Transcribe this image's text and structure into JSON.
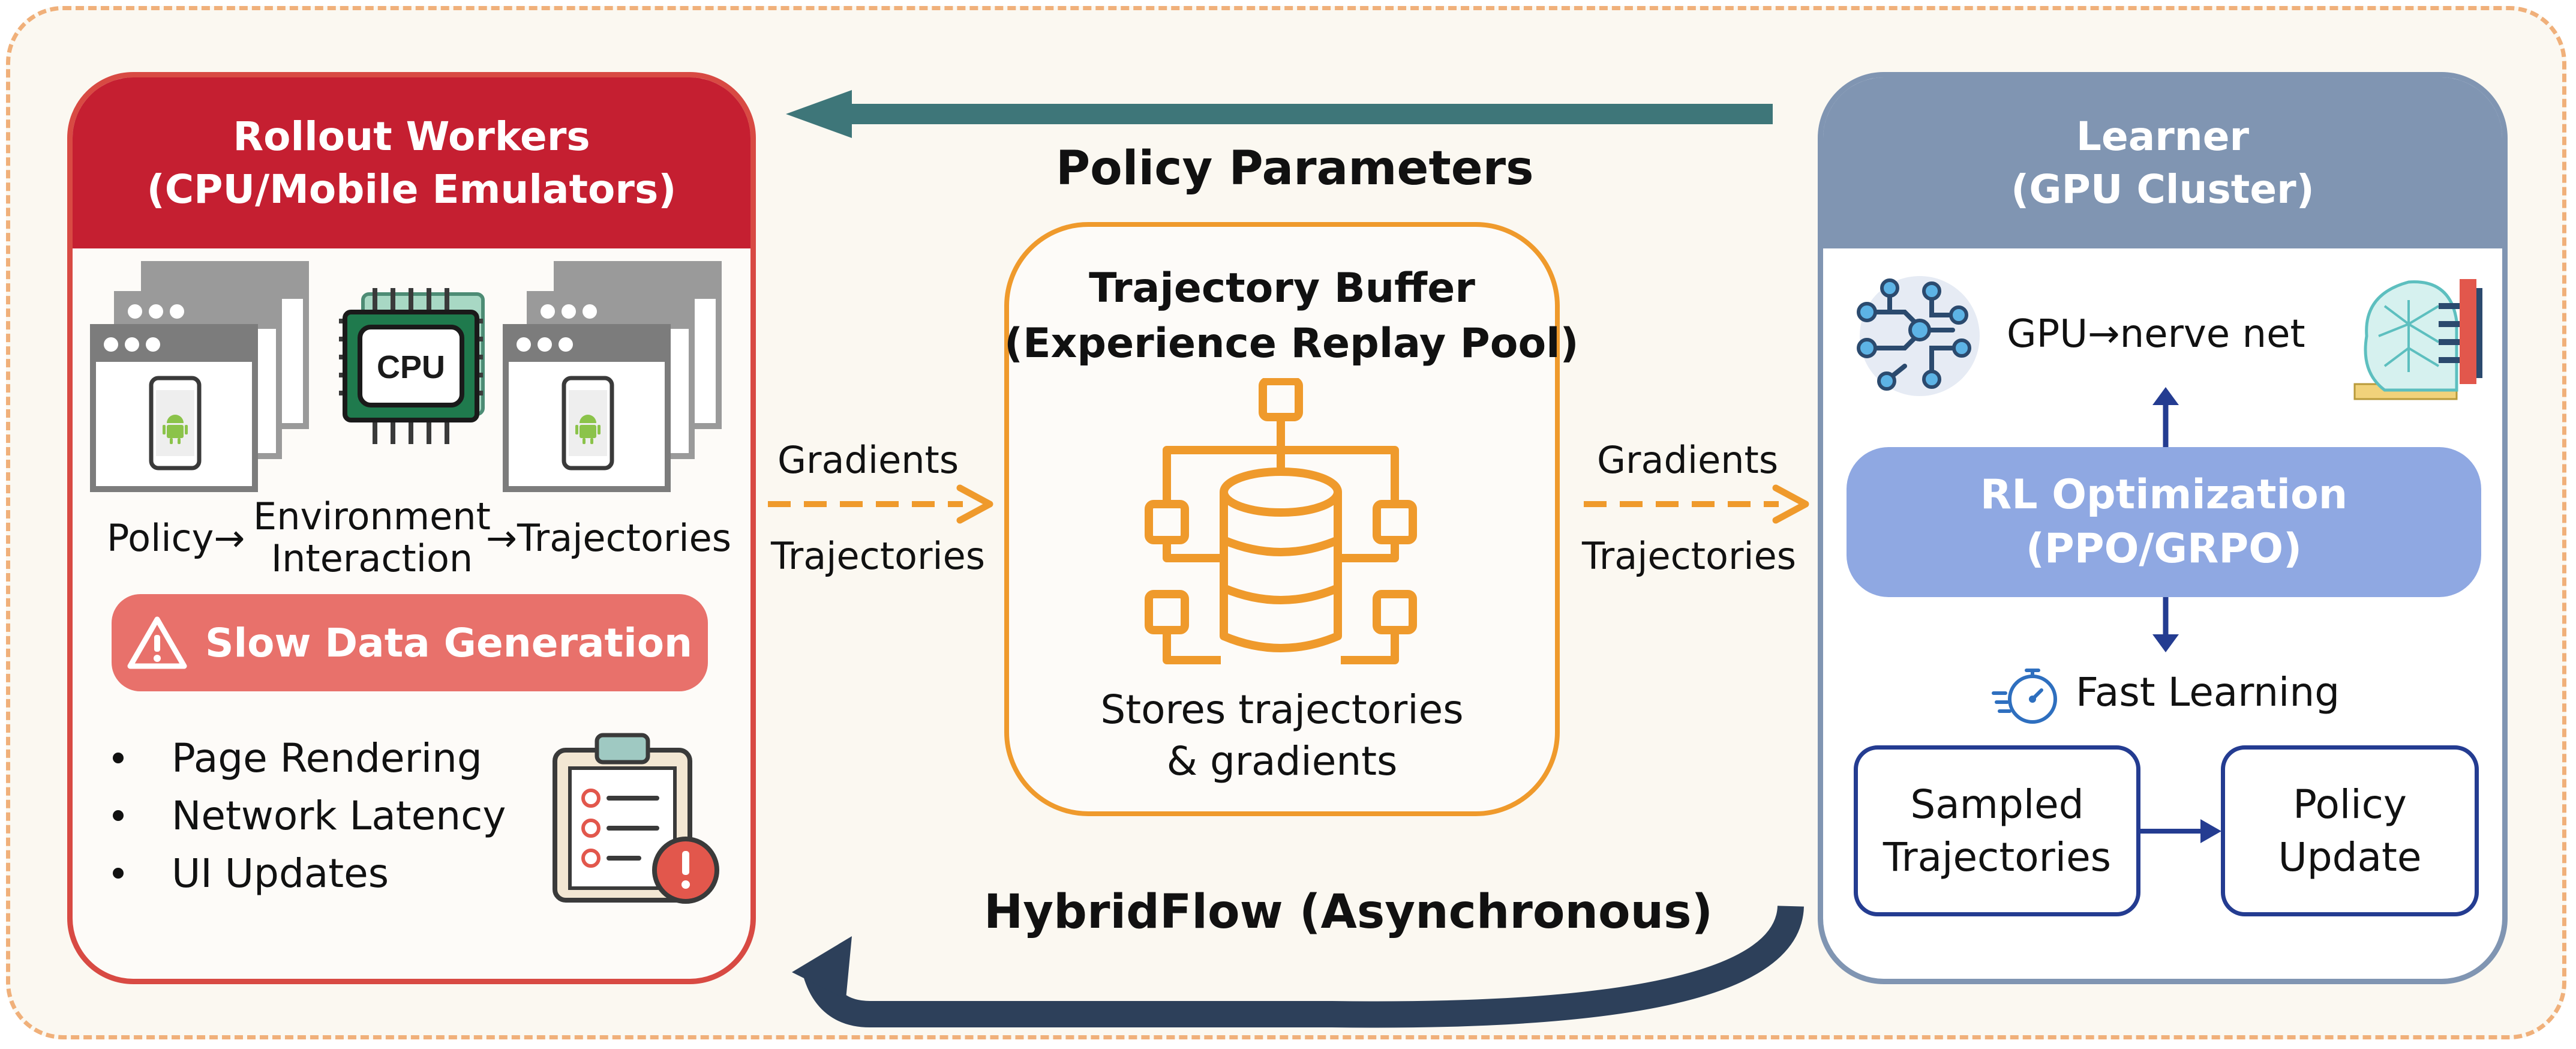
{
  "rollout": {
    "title_line1": "Rollout Workers",
    "title_line2": "(CPU/Mobile Emulators)",
    "policy_label": "Policy→",
    "env_line1": "Environment",
    "env_line2": "Interaction",
    "traj_label": "→Trajectories",
    "cpu_chip_label": "CPU",
    "warning": "Slow Data Generation",
    "bullets": [
      "Page Rendering",
      "Network Latency",
      "UI Updates"
    ]
  },
  "center": {
    "top_arrow_label": "Policy Parameters",
    "buffer_title_line1": "Trajectory Buffer",
    "buffer_title_line2": "(Experience Replay Pool)",
    "buffer_desc_line1": "Stores trajectories",
    "buffer_desc_line2": "& gradients",
    "left_arrow_top": "Gradients",
    "left_arrow_bottom": "Trajectories",
    "right_arrow_top": "Gradients",
    "right_arrow_bottom": "Trajectories",
    "bottom_arrow_label": "HybridFlow (Asynchronous)"
  },
  "learner": {
    "title_line1": "Learner",
    "title_line2": "(GPU Cluster)",
    "gpu_label": "GPU→nerve net",
    "rl_line1": "RL Optimization",
    "rl_line2": "(PPO/GRPO)",
    "fast_label": "Fast Learning",
    "sampled_line1": "Sampled",
    "sampled_line2": "Trajectories",
    "update_line1": "Policy",
    "update_line2": "Update"
  },
  "colors": {
    "rollout_header": "#c51f31",
    "rollout_border": "#d84a43",
    "learner_header": "#8095b2",
    "orange": "#ef9a2c",
    "teal_arrow": "#3e7679",
    "navy_arrow": "#2d405a",
    "blue_box": "#243c91",
    "rl_box": "#8fa8e2",
    "warning_pill": "#e8716b"
  }
}
